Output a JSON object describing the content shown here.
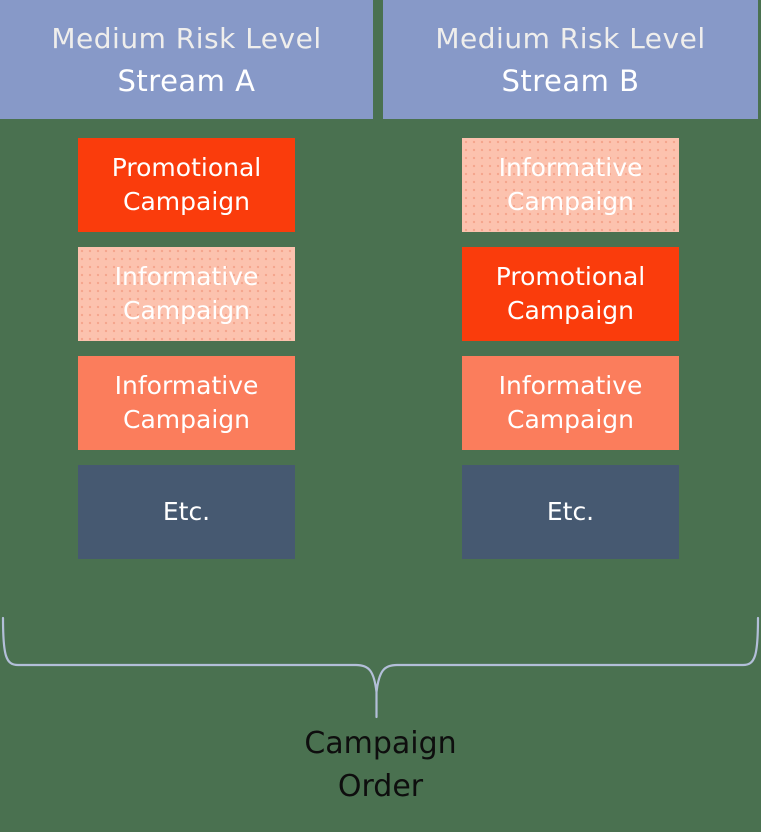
{
  "columns": [
    {
      "header": {
        "title": "Medium Risk Level",
        "subtitle": "Stream A"
      },
      "boxes": [
        {
          "label": "Promotional Campaign",
          "type": "promotional"
        },
        {
          "label": "Informative Campaign",
          "type": "informative_light"
        },
        {
          "label": "Informative Campaign",
          "type": "informative"
        },
        {
          "label": "Etc.",
          "type": "etc"
        }
      ]
    },
    {
      "header": {
        "title": "Medium Risk Level",
        "subtitle": "Stream B"
      },
      "boxes": [
        {
          "label": "Informative Campaign",
          "type": "informative_light"
        },
        {
          "label": "Promotional Campaign",
          "type": "promotional"
        },
        {
          "label": "Informative Campaign",
          "type": "informative"
        },
        {
          "label": "Etc.",
          "type": "etc"
        }
      ]
    }
  ],
  "caption": "Campaign Order",
  "colors": {
    "background": "#4a7150",
    "header": "#8799c8",
    "promotional": "#fa3c0c",
    "informative_light": "#fcc2ae",
    "informative": "#fb7d5c",
    "etc": "#465971",
    "brace": "#b3bfd9"
  }
}
